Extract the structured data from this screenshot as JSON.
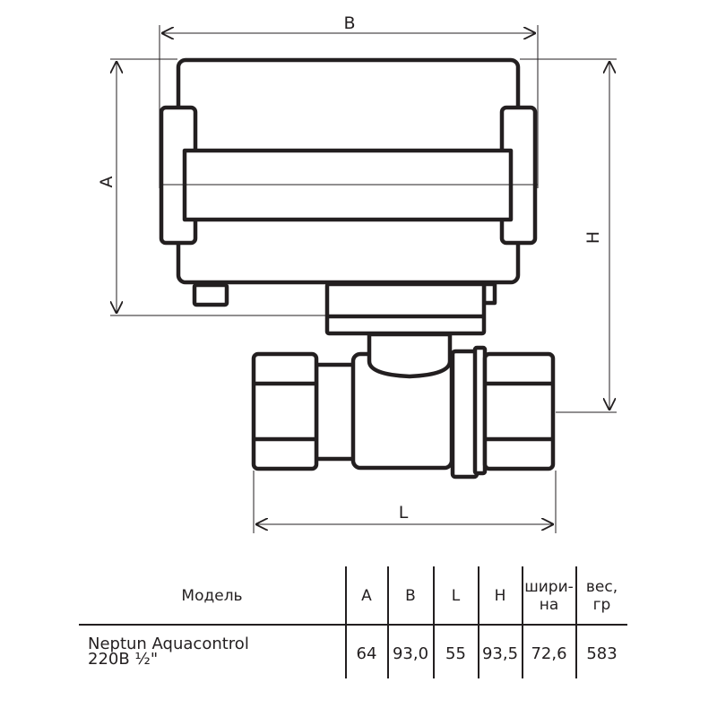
{
  "dimensions": {
    "A": "A",
    "B": "B",
    "H": "H",
    "L": "L"
  },
  "table": {
    "headers": [
      "Модель",
      "A",
      "B",
      "L",
      "H",
      "шири-\nна",
      "вес,\nгр"
    ],
    "rows": [
      {
        "model": "Neptun Aquacontrol\n220B ½\"",
        "A": "64",
        "B": "93,0",
        "L": "55",
        "H": "93,5",
        "width": "72,6",
        "weight": "583"
      }
    ]
  }
}
